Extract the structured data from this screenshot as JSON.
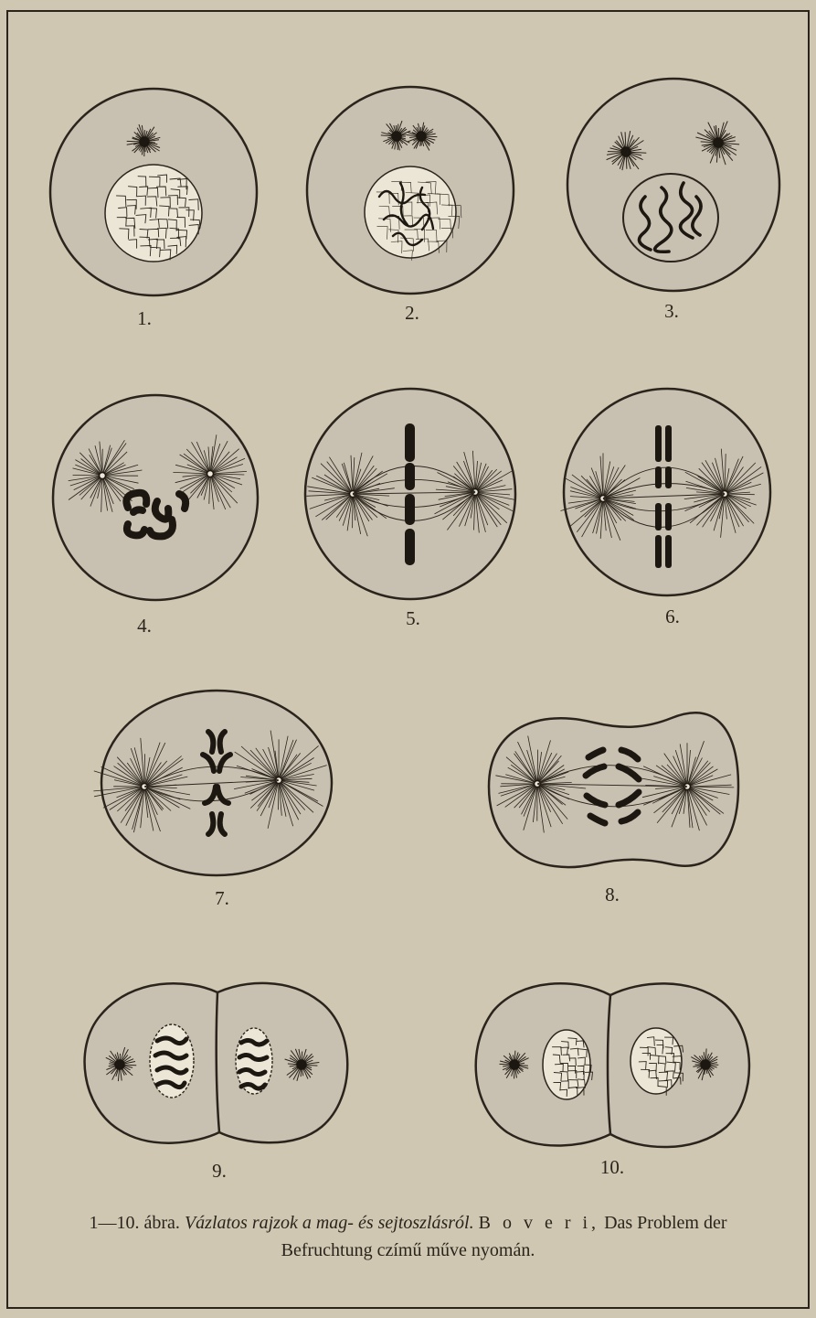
{
  "figures": [
    {
      "label": "1.",
      "stage": "resting nucleus, single aster"
    },
    {
      "label": "2.",
      "stage": "doubled aster, chromatin threads forming"
    },
    {
      "label": "3.",
      "stage": "separated asters, chromosomes condensing"
    },
    {
      "label": "4.",
      "stage": "spindle poles apart, chromosomes free"
    },
    {
      "label": "5.",
      "stage": "metaphase plate"
    },
    {
      "label": "6.",
      "stage": "split chromosomes on plate"
    },
    {
      "label": "7.",
      "stage": "anaphase"
    },
    {
      "label": "8.",
      "stage": "late anaphase, cell elongating"
    },
    {
      "label": "9.",
      "stage": "telophase, cell divided"
    },
    {
      "label": "10.",
      "stage": "two daughter cells with resting nuclei"
    }
  ],
  "caption": {
    "prefix": "1—10. ábra.",
    "title_italic": "Vázlatos rajzok a mag- és sejtoszlásról.",
    "author_spaced": "B o v e r i,",
    "work_line1": "Das Problem der",
    "work_line2": "Befruchtung czímű műve nyomán."
  },
  "colors": {
    "paper": "#cfc7b1",
    "cell_fill": "#c8c0b0",
    "ink": "#2a241c"
  }
}
